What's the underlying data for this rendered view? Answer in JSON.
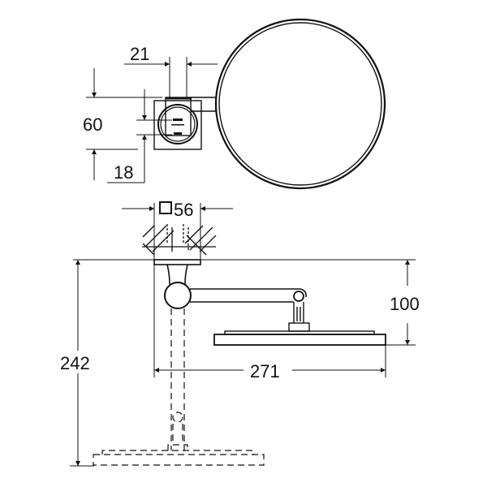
{
  "drawing": {
    "type": "technical dimension drawing",
    "subject": "wall-mounted magnifying mirror",
    "units": "mm",
    "line_color": "#111111",
    "background": "#ffffff"
  },
  "dimensions": {
    "arm_width": "21",
    "plate_height": "60",
    "fixing_offset": "18",
    "square_plate": "56",
    "square_symbol": "□",
    "mirror_drop": "100",
    "projection": "271",
    "total_height": "242"
  }
}
